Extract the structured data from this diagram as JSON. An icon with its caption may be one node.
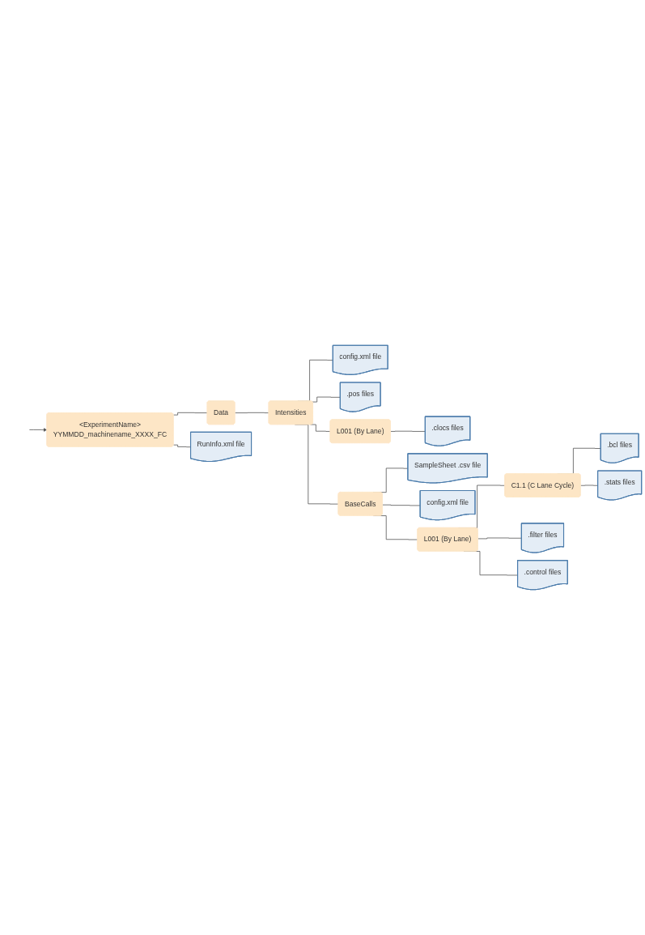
{
  "diagram": {
    "nodes": [
      {
        "text": [
          "<ExperimentName>",
          "YYMMDD_machinename_XXXX_FC"
        ]
      },
      {
        "text": [
          "Data"
        ]
      },
      {
        "text": [
          "Intensities"
        ]
      },
      {
        "text": [
          "config.xml file"
        ]
      },
      {
        "text": [
          ".pos files"
        ]
      },
      {
        "text": [
          "L001 (By Lane)"
        ]
      },
      {
        "text": [
          ".clocs files"
        ]
      },
      {
        "text": [
          "BaseCalls"
        ]
      },
      {
        "text": [
          "SampleSheet .csv file"
        ]
      },
      {
        "text": [
          "config.xml file"
        ]
      },
      {
        "text": [
          "L001 (By Lane)"
        ]
      },
      {
        "text": [
          "C1.1 (C Lane Cycle)"
        ]
      },
      {
        "text": [
          ".bcl files"
        ]
      },
      {
        "text": [
          ".stats files"
        ]
      },
      {
        "text": [
          ".filter files"
        ]
      },
      {
        "text": [
          ".control files"
        ]
      },
      {
        "text": [
          "RunInfo.xml file"
        ]
      }
    ],
    "edges": [
      {
        "from": null,
        "to": 0,
        "arrow": "to"
      },
      {
        "from": 0,
        "to": 1,
        "arrow": "none"
      },
      {
        "from": 1,
        "to": 2,
        "arrow": "none"
      },
      {
        "from": 2,
        "to": 3,
        "arrow": "none"
      },
      {
        "from": 2,
        "to": 4,
        "arrow": "none"
      },
      {
        "from": 2,
        "to": 5,
        "arrow": "none"
      },
      {
        "from": 5,
        "to": 6,
        "arrow": "none"
      },
      {
        "from": 2,
        "to": 7,
        "arrow": "none"
      },
      {
        "from": 7,
        "to": 8,
        "arrow": "none"
      },
      {
        "from": 7,
        "to": 9,
        "arrow": "none"
      },
      {
        "from": 7,
        "to": 10,
        "arrow": "none"
      },
      {
        "from": 10,
        "to": 11,
        "arrow": "none"
      },
      {
        "from": 11,
        "to": 12,
        "arrow": "none"
      },
      {
        "from": 11,
        "to": 13,
        "arrow": "none"
      },
      {
        "from": 10,
        "to": 14,
        "arrow": "none"
      },
      {
        "from": 10,
        "to": 15,
        "arrow": "none"
      },
      {
        "from": 0,
        "to": 16,
        "arrow": "none"
      }
    ]
  }
}
